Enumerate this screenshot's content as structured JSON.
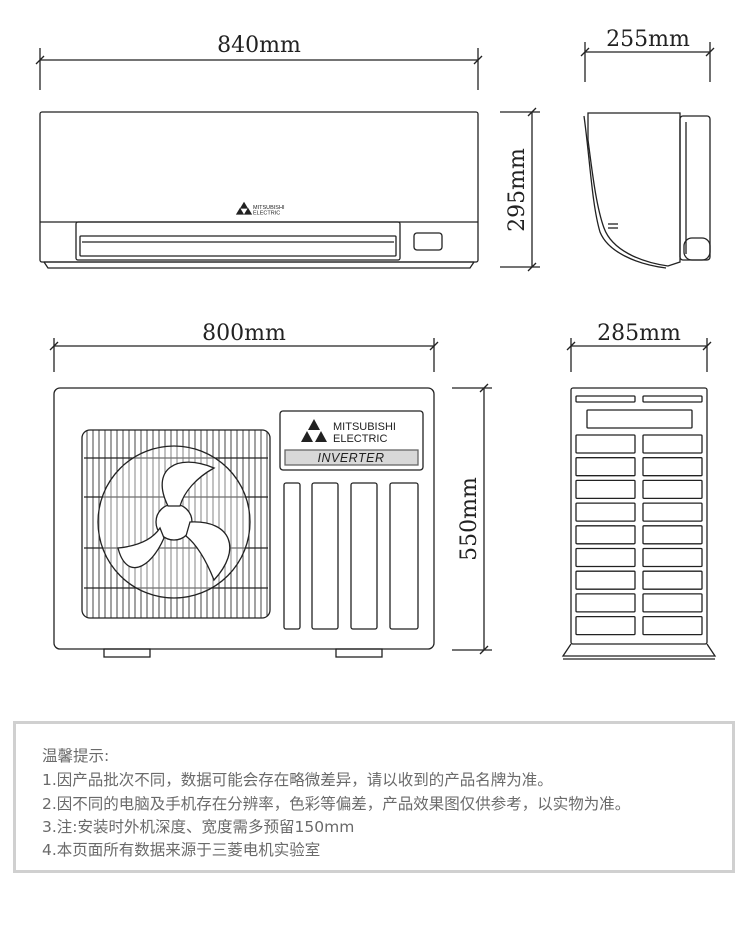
{
  "dimensions": {
    "indoor_width": "840mm",
    "indoor_depth": "255mm",
    "indoor_height": "295mm",
    "outdoor_width": "800mm",
    "outdoor_depth": "285mm",
    "outdoor_height": "550mm"
  },
  "brand": {
    "name_line1": "MITSUBISHI",
    "name_line2": "ELECTRIC",
    "badge": "INVERTER"
  },
  "notes": {
    "title": "温馨提示:",
    "items": [
      "1.因产品批次不同，数据可能会存在略微差异，请以收到的产品名牌为准。",
      "2.因不同的电脑及手机存在分辨率，色彩等偏差，产品效果图仅供参考，以实物为准。",
      "3.注:安装时外机深度、宽度需多预留150mm",
      "4.本页面所有数据来源于三菱电机实验室"
    ]
  },
  "colors": {
    "line": "#222222",
    "notes_border": "#d0d0d0",
    "notes_text": "#6a6a6a",
    "badge_fill": "#d8d8d8"
  }
}
